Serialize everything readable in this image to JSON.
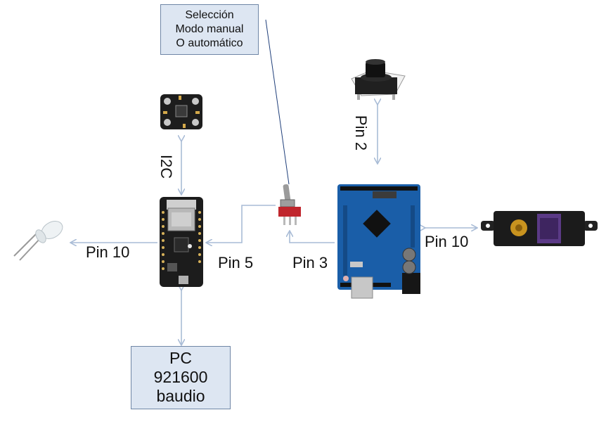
{
  "diagram": {
    "mode_selection": {
      "lines": [
        "Selección",
        "Modo manual",
        "O automático"
      ]
    },
    "pc": {
      "lines": [
        "PC",
        "921600",
        "baudio"
      ]
    },
    "labels": {
      "i2c": "I2C",
      "pin2": "Pin 2",
      "pin10_led": "Pin 10",
      "pin5": "Pin 5",
      "pin3": "Pin 3",
      "pin10_servo": "Pin 10"
    },
    "colors": {
      "box_fill": "#dde6f2",
      "box_border": "#6f86a6",
      "arrow": "#a9bcd6",
      "wire": "#1f3f7a"
    }
  }
}
